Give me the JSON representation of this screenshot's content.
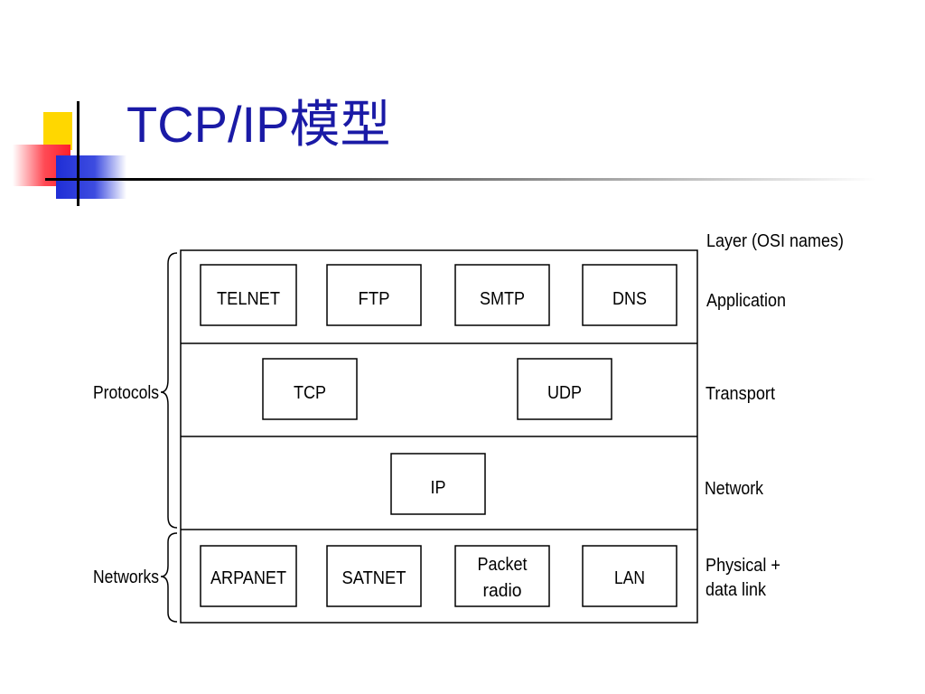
{
  "slide": {
    "title": "TCP/IP模型"
  },
  "diagram": {
    "header": "Layer (OSI names)",
    "layers": [
      {
        "name": "Application",
        "protocols": [
          [
            "TELNET"
          ],
          [
            "FTP"
          ],
          [
            "SMTP"
          ],
          [
            "DNS"
          ]
        ]
      },
      {
        "name": "Transport",
        "protocols": [
          [
            "TCP"
          ],
          [
            "UDP"
          ]
        ]
      },
      {
        "name": "Network",
        "protocols": [
          [
            "IP"
          ]
        ]
      },
      {
        "name": [
          "Physical +",
          "data link"
        ],
        "protocols": [
          [
            "ARPANET"
          ],
          [
            "SATNET"
          ],
          [
            "Packet",
            "radio"
          ],
          [
            "LAN"
          ]
        ]
      }
    ],
    "groups": {
      "protocols": "Protocols",
      "networks": "Networks"
    }
  }
}
